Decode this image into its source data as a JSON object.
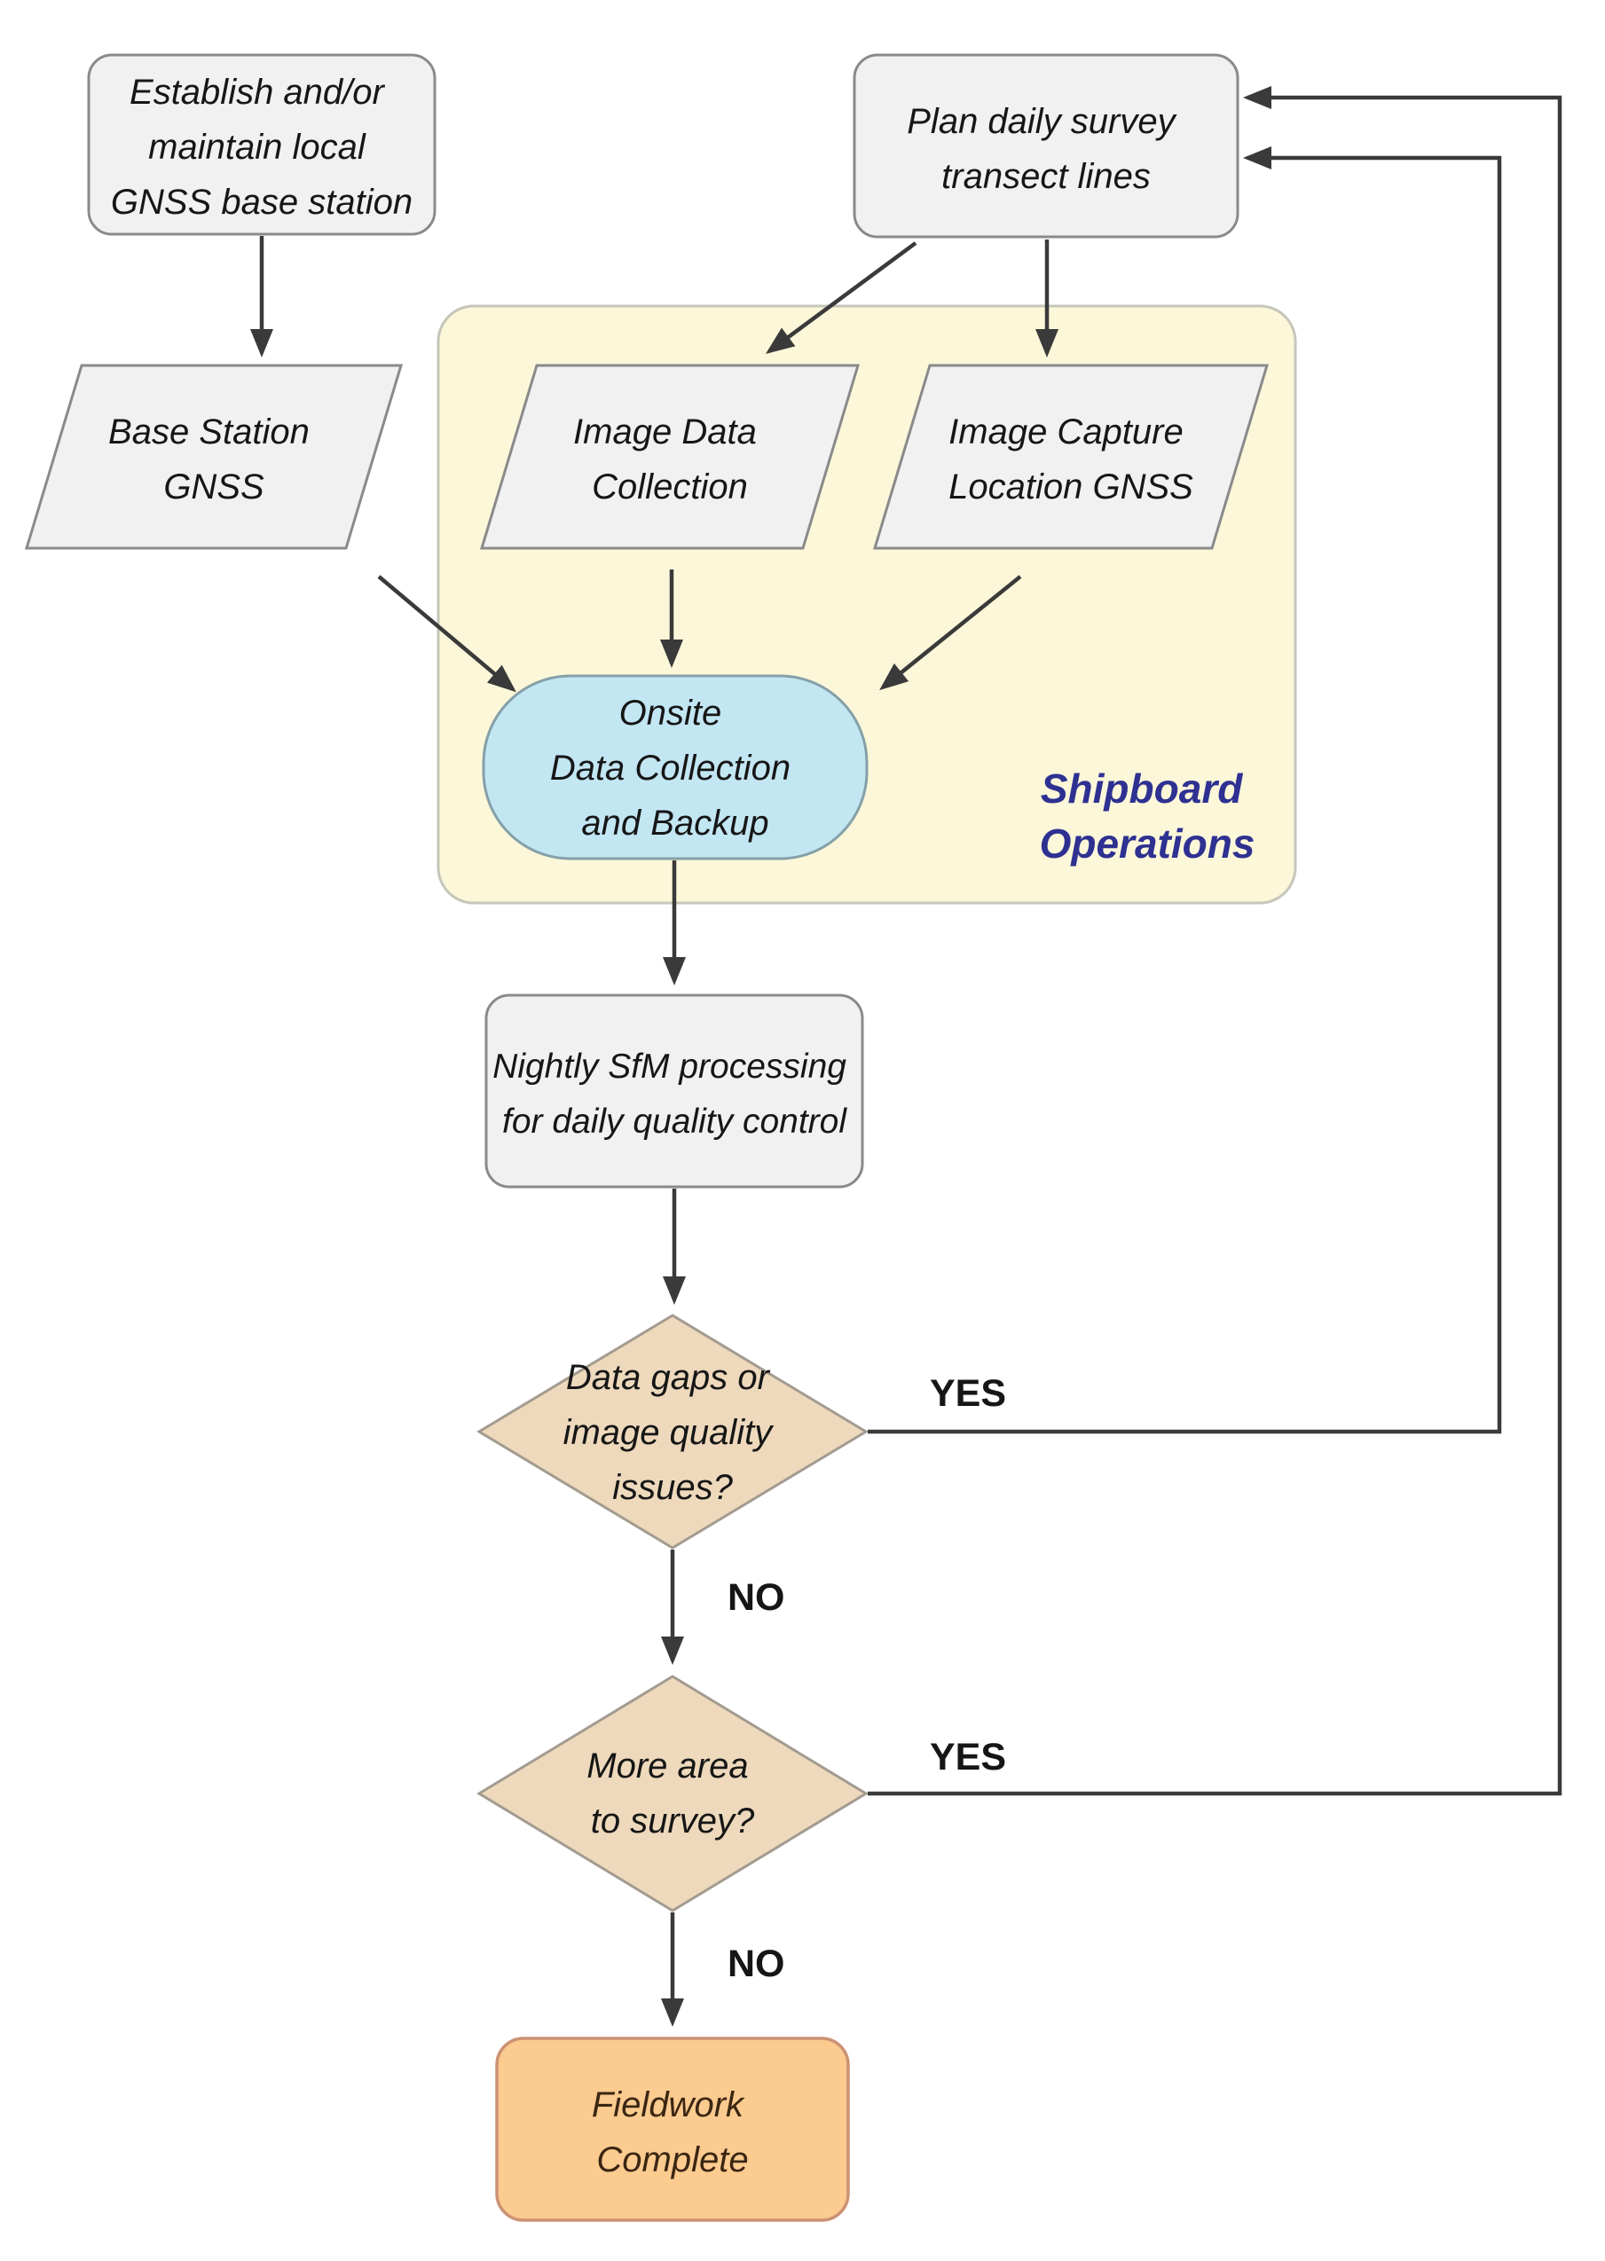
{
  "title": "Survey fieldwork flowchart",
  "colors": {
    "arrow": "#3a3a3a",
    "node_fill": "#f1f1f1",
    "node_border": "#8a8a8a",
    "container_fill": "#fcf7d9",
    "container_border": "#c6c6ba",
    "stadium_fill": "#c3e6f3",
    "stadium_border": "#85a0a8",
    "decision_fill": "#eed9bc",
    "decision_border": "#a39b90",
    "terminal_fill": "#fbcb8f",
    "terminal_border": "#cc9273",
    "text": "#161616",
    "container_label": "#2e3191",
    "terminal_text": "#3b2613"
  },
  "nodes": {
    "establish": {
      "lines": [
        "Establish and/or",
        "maintain local",
        "GNSS base station"
      ]
    },
    "plan": {
      "lines": [
        "Plan daily survey",
        "transect lines"
      ]
    },
    "base_station": {
      "lines": [
        "Base Station",
        "GNSS"
      ]
    },
    "image_data": {
      "lines": [
        "Image Data",
        "Collection"
      ]
    },
    "image_capture": {
      "lines": [
        "Image Capture",
        "Location GNSS"
      ]
    },
    "onsite": {
      "lines": [
        "Onsite",
        "Data Collection",
        "and Backup"
      ]
    },
    "shipboard": {
      "lines": [
        "Shipboard",
        "Operations"
      ]
    },
    "nightly": {
      "lines": [
        "Nightly SfM processing",
        "for daily quality control"
      ]
    },
    "data_gaps": {
      "lines": [
        "Data gaps or",
        "image quality",
        "issues?"
      ]
    },
    "more_area": {
      "lines": [
        "More area",
        "to survey?"
      ]
    },
    "fieldwork": {
      "lines": [
        "Fieldwork",
        "Complete"
      ]
    }
  },
  "labels": {
    "yes_data_gaps": "YES",
    "no_data_gaps": "NO",
    "yes_more_area": "YES",
    "no_more_area": "NO"
  }
}
